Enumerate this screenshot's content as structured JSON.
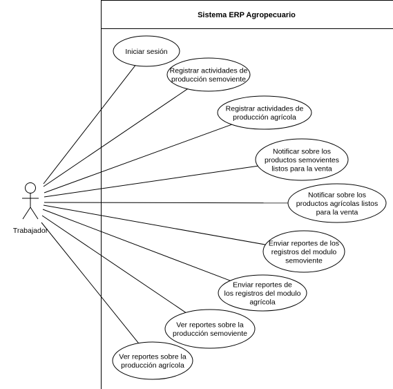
{
  "system": {
    "title": "Sistema ERP Agropecuario"
  },
  "actor": {
    "name": "Trabajador"
  },
  "use_cases": [
    {
      "id": "iniciar-sesion",
      "lines": [
        "Iniciar sesión"
      ]
    },
    {
      "id": "registrar-semoviente",
      "lines": [
        "Registrar actividades de",
        "producción semoviente"
      ]
    },
    {
      "id": "registrar-agricola",
      "lines": [
        "Registrar actividades de",
        "producción agrícola"
      ]
    },
    {
      "id": "notificar-semovientes",
      "lines": [
        "Notificar sobre los",
        "productos semovientes",
        "listos para la venta"
      ]
    },
    {
      "id": "notificar-agricolas",
      "lines": [
        "Notificar sobre los",
        "productos agrícolas listos",
        "para la venta"
      ]
    },
    {
      "id": "enviar-reportes-semoviente",
      "lines": [
        "Enviar reportes de los",
        "registros del modulo",
        "semoviente"
      ]
    },
    {
      "id": "enviar-reportes-agricola",
      "lines": [
        "Enviar reportes de",
        "los registros del modulo",
        "agrícola"
      ]
    },
    {
      "id": "ver-reportes-semoviente",
      "lines": [
        "Ver reportes sobre la",
        "producción semoviente"
      ]
    },
    {
      "id": "ver-reportes-agricola",
      "lines": [
        "Ver reportes sobre la",
        "producción agrícola"
      ]
    }
  ],
  "colors": {
    "stroke": "#000000",
    "fill": "#ffffff",
    "text": "#000000"
  }
}
